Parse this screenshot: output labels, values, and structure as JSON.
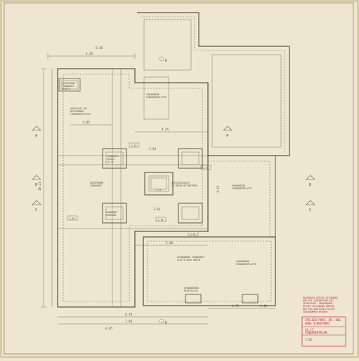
{
  "drawing": {
    "title_block": {
      "lines": [
        "ATELIER PROF. DR.-ING.",
        "HANS SCHNIPPERT",
        "S1-17",
        "FUNDAMENTPLAN"
      ],
      "scale": "1:50",
      "stamp_lines": [
        "NACHDRUCK DIESER ZEICHNUNG",
        "NUR MIT GENEHMIGUNG DES",
        "VERFASSERS. ÄNDERUNGEN",
        "DIESER ZEICHNUNG DÜRFEN",
        "NUR VOM VERFASSER SELBST",
        "VORGENOMMEN WERDEN"
      ]
    },
    "axes": [
      "A",
      "A",
      "B",
      "B",
      "C",
      "C",
      "D",
      "D"
    ],
    "room_labels": [
      "AUSSPARUNG\nFUNDAMENT\nPLATTE",
      "ANSCHLUSS AN\nBESTEHENDE\nFUNDAMENTPLATTE",
      "VORHANDENE\nFUNDAMENTPLATTE",
      "FUNDAMENT-\nSOCKEL\n+0.20",
      "AUFZUGSSCHACHT\nIN BETON BETONIEREN",
      "FUNDAMENT\nGEGOSSEN",
      "VORHANDENE\nFUNDAMENTPLATTE",
      "AUSSPARUNG\nFUNDAMENT",
      "VORHANDENE FUNDAMENT-\nPLATTE NACH UNTEN",
      "VORHANDENE\nFUNDAMENTPLATTE",
      "VERANKERUNG\nHERSTELLEN"
    ],
    "dimensions": {
      "top": "3.45",
      "left_total": "10.21",
      "d1": "6.30",
      "d2": "1.80",
      "d3": "4.45",
      "d4": "2.30",
      "d5": "4.05",
      "d6": "4.75",
      "d7": "1.50",
      "d8": "2.66",
      "d9": "5.65",
      "d10": "3.95",
      "d11": "6.85",
      "d12": "1.40",
      "lv1": "-2.65",
      "lv2": "-2.65",
      "lv3": "-2.65",
      "lv4": "-2.65",
      "lv5": "-2.65",
      "lv6": "-4.25"
    }
  }
}
